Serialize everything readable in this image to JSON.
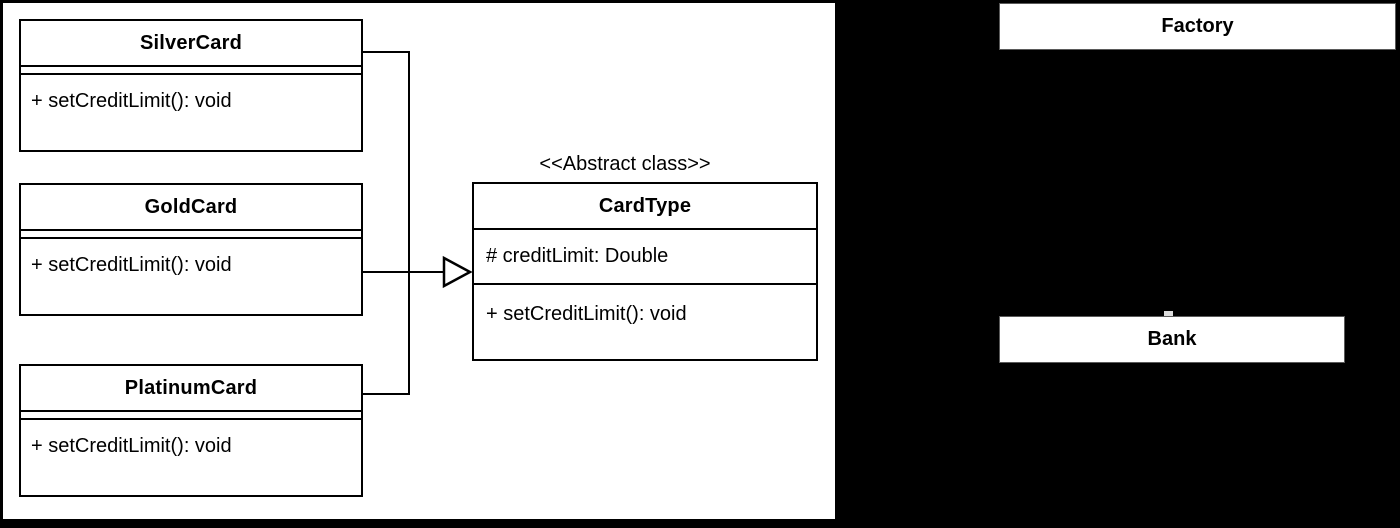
{
  "colors": {
    "canvas_bg": "#000000",
    "panel_bg": "#ffffff",
    "stroke": "#000000",
    "box_bg": "#ffffff"
  },
  "uml": {
    "stereotype": "<<Abstract class>>",
    "classes": {
      "silver": {
        "name": "SilverCard",
        "method": "+ setCreditLimit(): void"
      },
      "gold": {
        "name": "GoldCard",
        "method": "+ setCreditLimit(): void"
      },
      "platinum": {
        "name": "PlatinumCard",
        "method": "+ setCreditLimit(): void"
      },
      "cardtype": {
        "name": "CardType",
        "attribute": "# creditLimit: Double",
        "method": "+ setCreditLimit(): void"
      }
    },
    "relationship": "inheritance"
  },
  "side_panels": {
    "factory": {
      "label": "Factory"
    },
    "bank": {
      "label": "Bank"
    }
  }
}
